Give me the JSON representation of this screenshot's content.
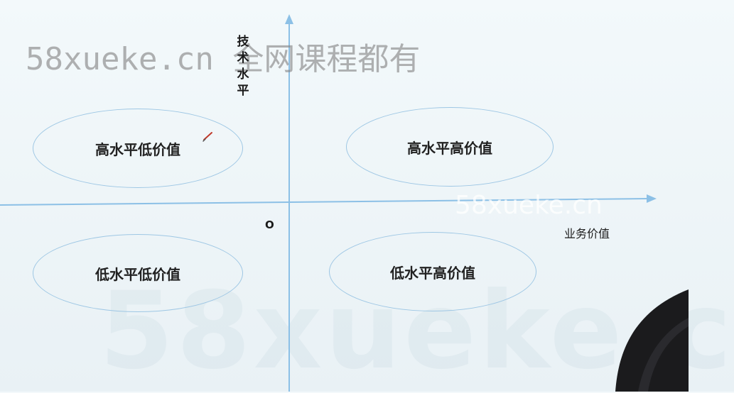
{
  "watermark": {
    "top": "58xueke.cn 全网课程都有",
    "big": "58xueke.c",
    "right": "58xueke.cn"
  },
  "axes": {
    "y_label": "技术水平",
    "x_label": "业务价值",
    "origin_label": "O"
  },
  "quadrants": {
    "top_left": "高水平低价值",
    "top_right": "高水平高价值",
    "bottom_left": "低水平低价值",
    "bottom_right": "低水平高价值"
  },
  "colors": {
    "axis": "#8cc0e6",
    "ellipse_border": "#9ec7e4",
    "text": "#222222"
  }
}
